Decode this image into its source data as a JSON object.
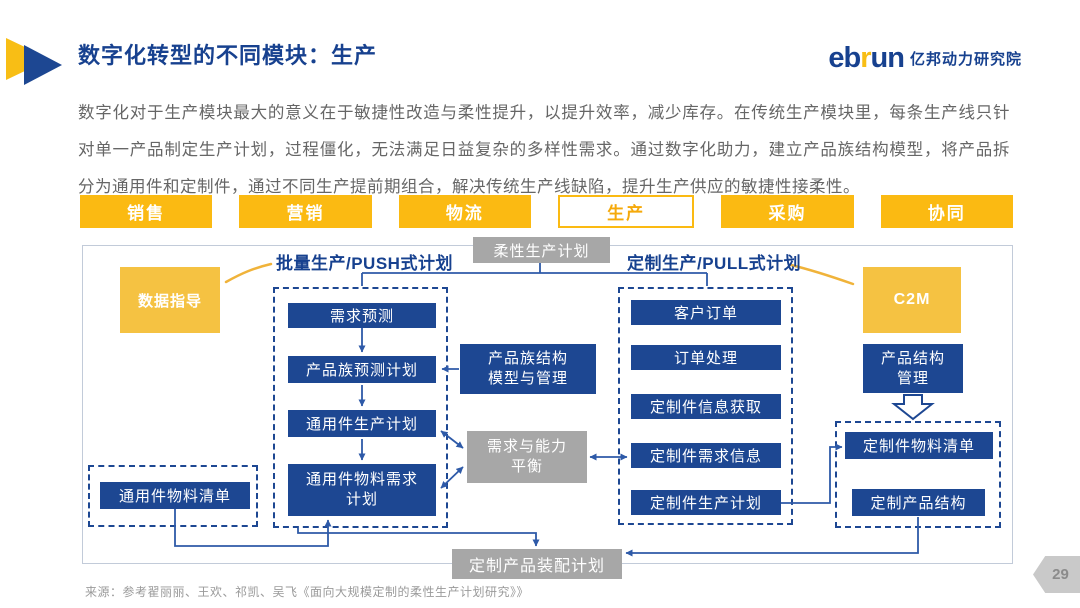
{
  "page": {
    "title": "数字化转型的不同模块：生产",
    "page_number": "29",
    "source": "来源：参考翟丽丽、王欢、祁凯、吴飞《面向大规模定制的柔性生产计划研究》》"
  },
  "logo": {
    "wordmark_prefix": "eb",
    "wordmark_accent": "r",
    "wordmark_suffix": "un",
    "cn_name": "亿邦动力研究院"
  },
  "intro": {
    "text": "数字化对于生产模块最大的意义在于敏捷性改造与柔性提升，以提升效率，减少库存。在传统生产模块里，每条生产线只针对单一产品制定生产计划，过程僵化，无法满足日益复杂的多样性需求。通过数字化助力，建立产品族结构模型，将产品拆分为通用件和定制件，通过不同生产提前期组合，解决传统生产线缺陷，提升生产供应的敏捷性接柔性。"
  },
  "tabs": [
    {
      "label": "销售",
      "active": false
    },
    {
      "label": "营销",
      "active": false
    },
    {
      "label": "物流",
      "active": false
    },
    {
      "label": "生产",
      "active": true
    },
    {
      "label": "采购",
      "active": false
    },
    {
      "label": "协同",
      "active": false
    }
  ],
  "diagram": {
    "root_label": "柔性生产计划",
    "push_label": "批量生产/PUSH式计划",
    "pull_label": "定制生产/PULL式计划",
    "data_guide": "数据指导",
    "c2m": "C2M",
    "push_chain": [
      "需求预测",
      "产品族预测计划",
      "通用件生产计划",
      "通用件物料需求\n计划"
    ],
    "pull_chain": [
      "客户订单",
      "订单处理",
      "定制件信息获取",
      "定制件需求信息",
      "定制件生产计划"
    ],
    "family_model": "产品族结构\n模型与管理",
    "balance": "需求与能力\n平衡",
    "product_structure_mgmt": "产品结构\n管理",
    "common_bom": "通用件物料清单",
    "custom_bom": "定制件物料清单",
    "custom_structure": "定制产品结构",
    "assembly_plan": "定制产品装配计划"
  },
  "colors": {
    "navy": "#1D4792",
    "title_blue": "#17418F",
    "tab_yellow": "#FBBA12",
    "box_yellow": "#F5C242",
    "gray_box": "#A7A7A7",
    "line_blue": "#2E5AA8"
  }
}
